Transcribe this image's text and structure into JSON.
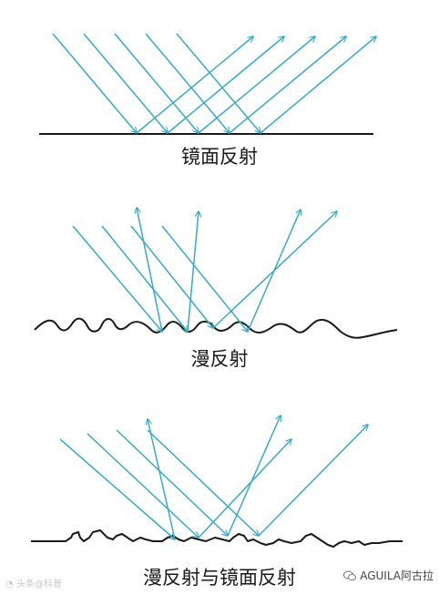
{
  "captions": {
    "specular": "镜面反射",
    "diffuse": "漫反射",
    "mixed": "漫反射与镜面反射"
  },
  "watermarks": {
    "left": "头条@科普",
    "right": "AGUILA阿古拉"
  },
  "colors": {
    "ray": "#3aa9c4",
    "surface": "#1a1a1a"
  },
  "icons": {
    "wechat": "wechat-icon",
    "weibo": "weibo-icon"
  }
}
